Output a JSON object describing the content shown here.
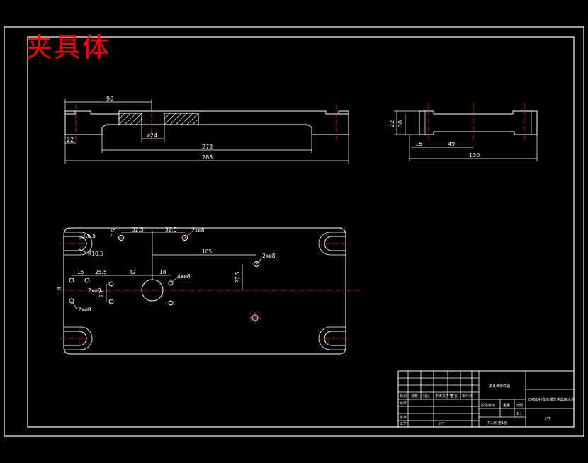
{
  "title": {
    "text": "夹具体",
    "color": "#ff0000"
  },
  "colors": {
    "line": "#ffffff",
    "center": "#ff3333",
    "dim": "#ffffff",
    "hatch": "#ffffff"
  },
  "front_view": {
    "dims": {
      "d90": "90",
      "d22": "22",
      "dphi24": "ø24",
      "d273": "273",
      "d288": "288"
    }
  },
  "side_view": {
    "dims": {
      "d22": "22",
      "d30": "30",
      "d15": "15",
      "d49": "49",
      "d130": "130"
    }
  },
  "top_view": {
    "dims": {
      "r65": "R6.5",
      "r105": "R10.5",
      "d16": "16",
      "d325a": "32.5",
      "d325b": "32.5",
      "d105": "105",
      "d275": "27.5",
      "d15": "15",
      "d255": "25.5",
      "d42": "42",
      "d18": "18",
      "d4": "4",
      "d23": "23"
    },
    "callouts": {
      "c1": "2xø8",
      "c2": "2xø8",
      "c3": "4xø8",
      "c4": "2xø8",
      "c5": "2xø8"
    }
  },
  "title_block": {
    "name_cell": "夹具体零件图",
    "drawing_title": "CA6140车床拨叉夹具体设计",
    "scale_value": "1:1",
    "sheet_info": "共1张 第1张",
    "row_labels": [
      "标记",
      "处数",
      "分区",
      "更改文件号",
      "签名",
      "年月日"
    ],
    "phase_label": "阶段标记",
    "weight_label": "重量",
    "scale_label": "比例",
    "design_label": "设计",
    "craft_label": "工艺",
    "approve_label": "批准",
    "material": "HT"
  }
}
